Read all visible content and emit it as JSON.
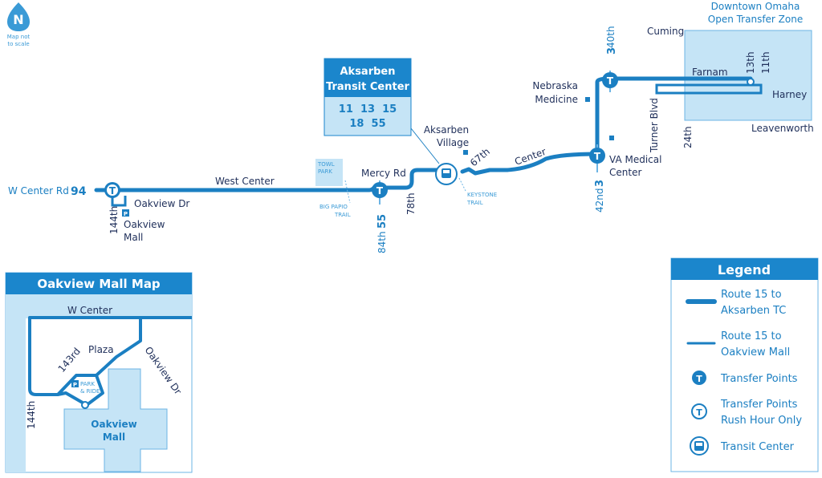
{
  "north": {
    "letter": "N",
    "note_line1": "Map not",
    "note_line2": "to scale"
  },
  "downtown": {
    "title_line1": "Downtown Omaha",
    "title_line2": "Open Transfer Zone"
  },
  "streets": {
    "cuming": "Cuming",
    "farnam": "Farnam",
    "harney": "Harney",
    "leavenworth": "Leavenworth",
    "s13th": "13th",
    "s11th": "11th",
    "s24th": "24th",
    "turner": "Turner Blvd",
    "s40th": "40th",
    "s42nd": "42nd",
    "center": "Center",
    "s67th": "67th",
    "s78th": "78th",
    "s84th": "84th",
    "mercy": "Mercy Rd",
    "west_center": "West Center",
    "w_center_rd": "W Center Rd",
    "oakview_dr": "Oakview Dr",
    "s144th": "144th"
  },
  "routes": {
    "r3_top": "3",
    "r3_bottom": "3",
    "r55": "55",
    "r94": "94"
  },
  "places": {
    "nebraska_medicine_l1": "Nebraska",
    "nebraska_medicine_l2": "Medicine",
    "va_l1": "VA Medical",
    "va_l2": "Center",
    "aksarben_village_l1": "Aksarben",
    "aksarben_village_l2": "Village",
    "keystone_l1": "KEYSTONE",
    "keystone_l2": "TRAIL",
    "towl_l1": "TOWL",
    "towl_l2": "PARK",
    "papio_l1": "BIG PAPIO",
    "papio_l2": "TRAIL",
    "oakview_mall_l1": "Oakview",
    "oakview_mall_l2": "Mall",
    "parking": "P"
  },
  "transit_center": {
    "title_line1": "Aksarben",
    "title_line2": "Transit Center",
    "routes_line1": "11  13  15",
    "routes_line2": "18  55"
  },
  "inset": {
    "title": "Oakview Mall Map",
    "w_center": "W Center",
    "plaza": "Plaza",
    "s143rd": "143rd",
    "oakview_dr": "Oakview Dr",
    "s144th": "144th",
    "park_l1": "PARK",
    "park_l2": "& RIDE",
    "parking": "P",
    "mall_l1": "Oakview",
    "mall_l2": "Mall"
  },
  "legend": {
    "title": "Legend",
    "item1_l1": "Route 15 to",
    "item1_l2": "Aksarben TC",
    "item2_l1": "Route 15 to",
    "item2_l2": "Oakview Mall",
    "item3": "Transfer Points",
    "item4_l1": "Transfer Points",
    "item4_l2": "Rush Hour Only",
    "item5": "Transit Center",
    "transfer_symbol": "T"
  },
  "colors": {
    "route": "#1b7fc2",
    "zone_fill": "#c5e4f6",
    "header": "#1b86cc"
  }
}
